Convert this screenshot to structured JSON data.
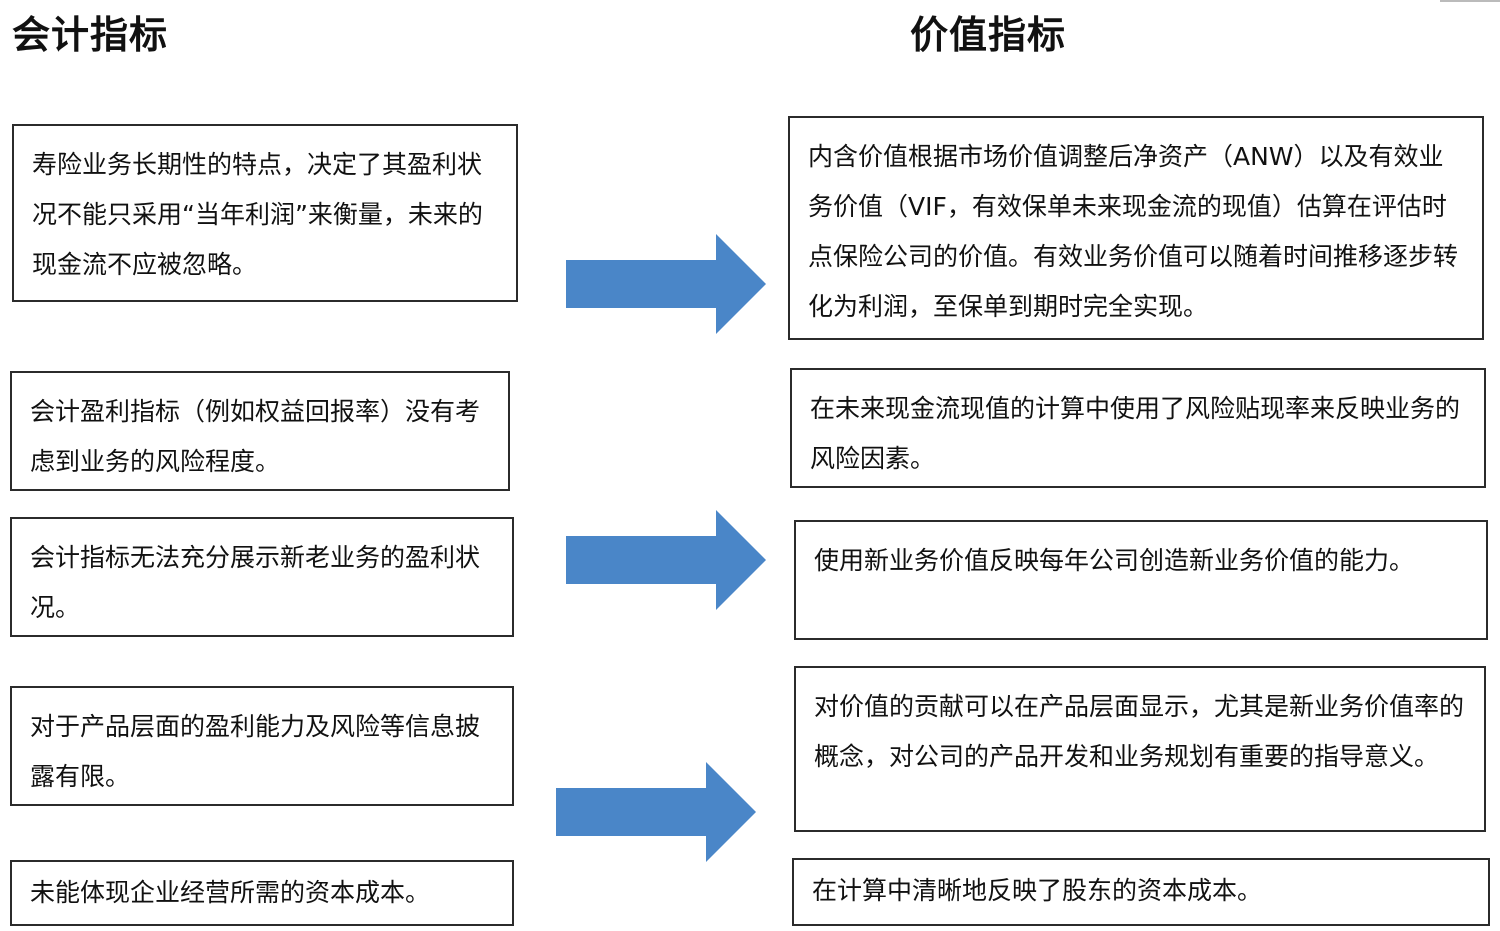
{
  "headings": {
    "left": "会计指标",
    "right": "价值指标"
  },
  "left_boxes": [
    "寿险业务长期性的特点，决定了其盈利状况不能只采用“当年利润”来衡量，未来的现金流不应被忽略。",
    "会计盈利指标（例如权益回报率）没有考虑到业务的风险程度。",
    "会计指标无法充分展示新老业务的盈利状况。",
    "对于产品层面的盈利能力及风险等信息披露有限。",
    "未能体现企业经营所需的资本成本。"
  ],
  "right_boxes": [
    "内含价值根据市场价值调整后净资产（ANW）以及有效业务价值（VIF，有效保单未来现金流的现值）估算在评估时点保险公司的价值。有效业务价值可以随着时间推移逐步转化为利润，至保单到期时完全实现。",
    "在未来现金流现值的计算中使用了风险贴现率来反映业务的风险因素。",
    "使用新业务价值反映每年公司创造新业务价值的能力。",
    "对价值的贡献可以在产品层面显示，尤其是新业务价值率的概念，对公司的产品开发和业务规划有重要的指导意义。",
    "在计算中清晰地反映了股东的资本成本。"
  ],
  "arrow_color": "#4a86c8",
  "border_color": "#2b2b2b"
}
